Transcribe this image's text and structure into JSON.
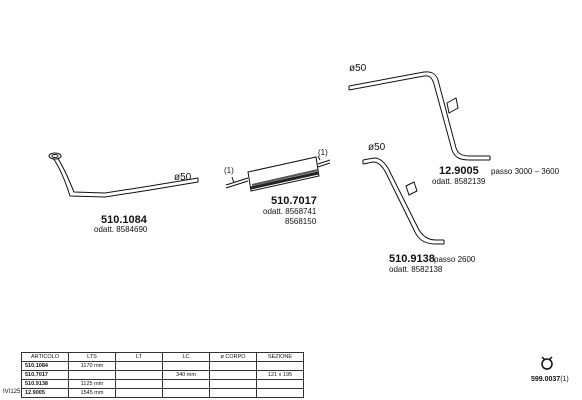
{
  "parts": {
    "p1": {
      "code": "510.1084",
      "oe": "odatt. 8584690",
      "diameter": "ø50"
    },
    "p2": {
      "code": "510.7017",
      "oe_line1": "odatt. 8568741",
      "oe_line2": "8568150",
      "marker_left": "(1)",
      "marker_right": "(1)"
    },
    "p3": {
      "code": "12.9005",
      "extra": "passo  3000  –  3600",
      "oe": "odatt. 8582139",
      "diameter": "ø50"
    },
    "p4": {
      "code": "510.9138",
      "extra": "passo  2600",
      "oe": "odatt. 8582138",
      "diameter": "ø50"
    }
  },
  "clamp": {
    "code": "599.0037",
    "suffix": "(1)"
  },
  "model": "IVI125",
  "table": {
    "headers": [
      "ARTICOLO",
      "LTS",
      "LT",
      "LC",
      "ø CORPO",
      "SEZIONE"
    ],
    "rows": [
      [
        "510.1084",
        "1170 mm",
        "",
        "",
        "",
        ""
      ],
      [
        "510.7017",
        "",
        "",
        "340 mm",
        "",
        "121 x 195"
      ],
      [
        "510.9138",
        "1125 mm",
        "",
        "",
        "",
        ""
      ],
      [
        "12.9005",
        "1545 mm",
        "",
        "",
        "",
        ""
      ]
    ]
  }
}
